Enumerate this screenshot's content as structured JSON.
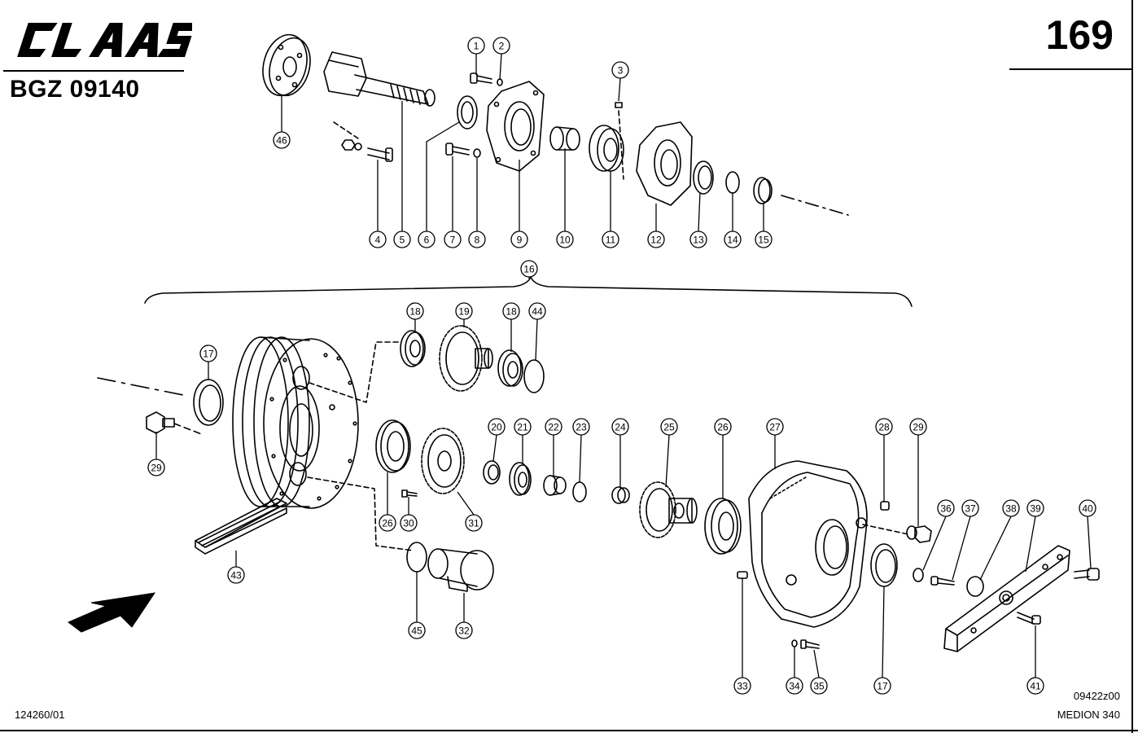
{
  "header": {
    "brand": "CLAAS",
    "drawing_code": "BGZ 09140",
    "page_number": "169"
  },
  "footer": {
    "left_code": "124260/01",
    "image_code": "09422z00",
    "model": "MEDION 340"
  },
  "callouts": [
    "1",
    "2",
    "3",
    "4",
    "5",
    "6",
    "7",
    "8",
    "9",
    "10",
    "11",
    "12",
    "13",
    "14",
    "15",
    "16",
    "18",
    "19",
    "18",
    "44",
    "17",
    "29",
    "26",
    "30",
    "31",
    "20",
    "21",
    "22",
    "23",
    "24",
    "25",
    "26",
    "27",
    "28",
    "29",
    "36",
    "37",
    "38",
    "39",
    "40",
    "43",
    "45",
    "32",
    "33",
    "34",
    "35",
    "17",
    "41",
    "46"
  ],
  "colors": {
    "ink": "#000000",
    "paper": "#ffffff"
  },
  "icons": [
    "claas-logo-icon",
    "direction-arrow-icon"
  ]
}
